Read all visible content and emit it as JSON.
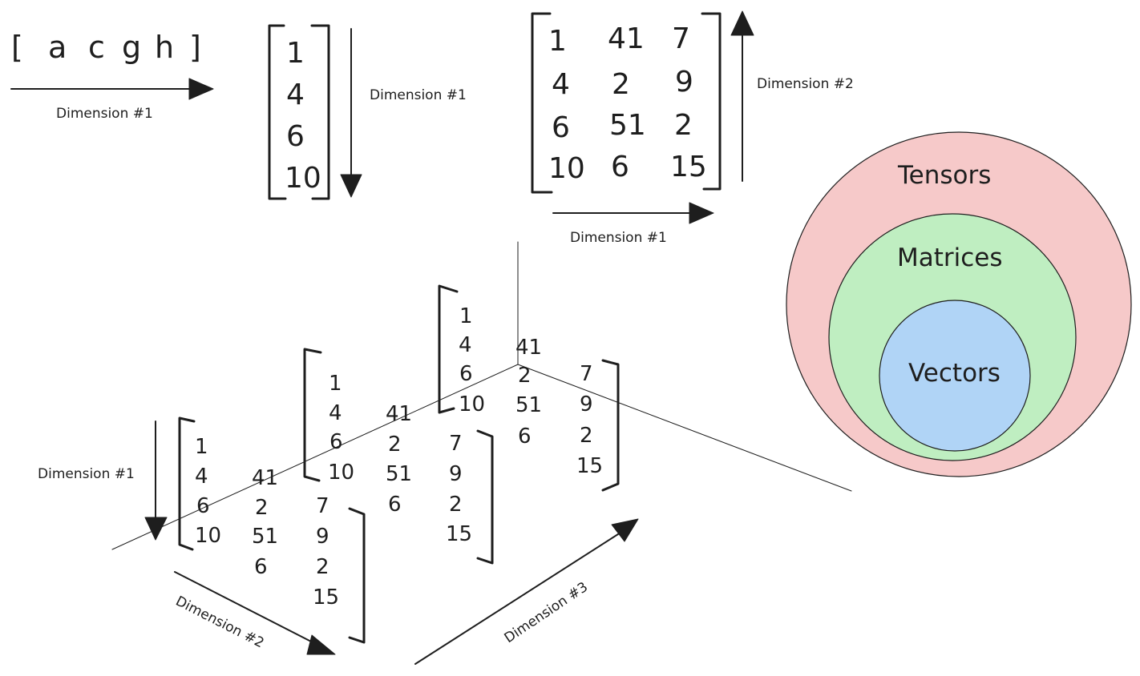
{
  "row_vector": {
    "elements": [
      "[",
      "a",
      "c",
      "g",
      "h",
      "]"
    ],
    "dimension_label": "Dimension #1"
  },
  "column_vector": {
    "values": [
      "1",
      "4",
      "6",
      "10"
    ],
    "dimension_label": "Dimension #1"
  },
  "matrix": {
    "rows": [
      [
        "1",
        "41",
        "7"
      ],
      [
        "4",
        "2",
        "9"
      ],
      [
        "6",
        "51",
        "2"
      ],
      [
        "10",
        "6",
        "15"
      ]
    ],
    "dimension_horizontal_label": "Dimension #1",
    "dimension_vertical_label": "Dimension #2"
  },
  "tensor": {
    "slice": {
      "col1": [
        "1",
        "4",
        "6",
        "10"
      ],
      "col2": [
        "41",
        "2",
        "51",
        "6"
      ],
      "col3": [
        "7",
        "9",
        "2",
        "15"
      ]
    },
    "dimension_1_label": "Dimension #1",
    "dimension_2_label": "Dimension #2",
    "dimension_3_label": "Dimension #3"
  },
  "venn": {
    "outer_label": "Tensors",
    "middle_label": "Matrices",
    "inner_label": "Vectors",
    "colors": {
      "tensors": "#f6c9c9",
      "matrices": "#bfeec1",
      "vectors": "#b0d4f6",
      "outline": "#1e1e1e"
    }
  }
}
